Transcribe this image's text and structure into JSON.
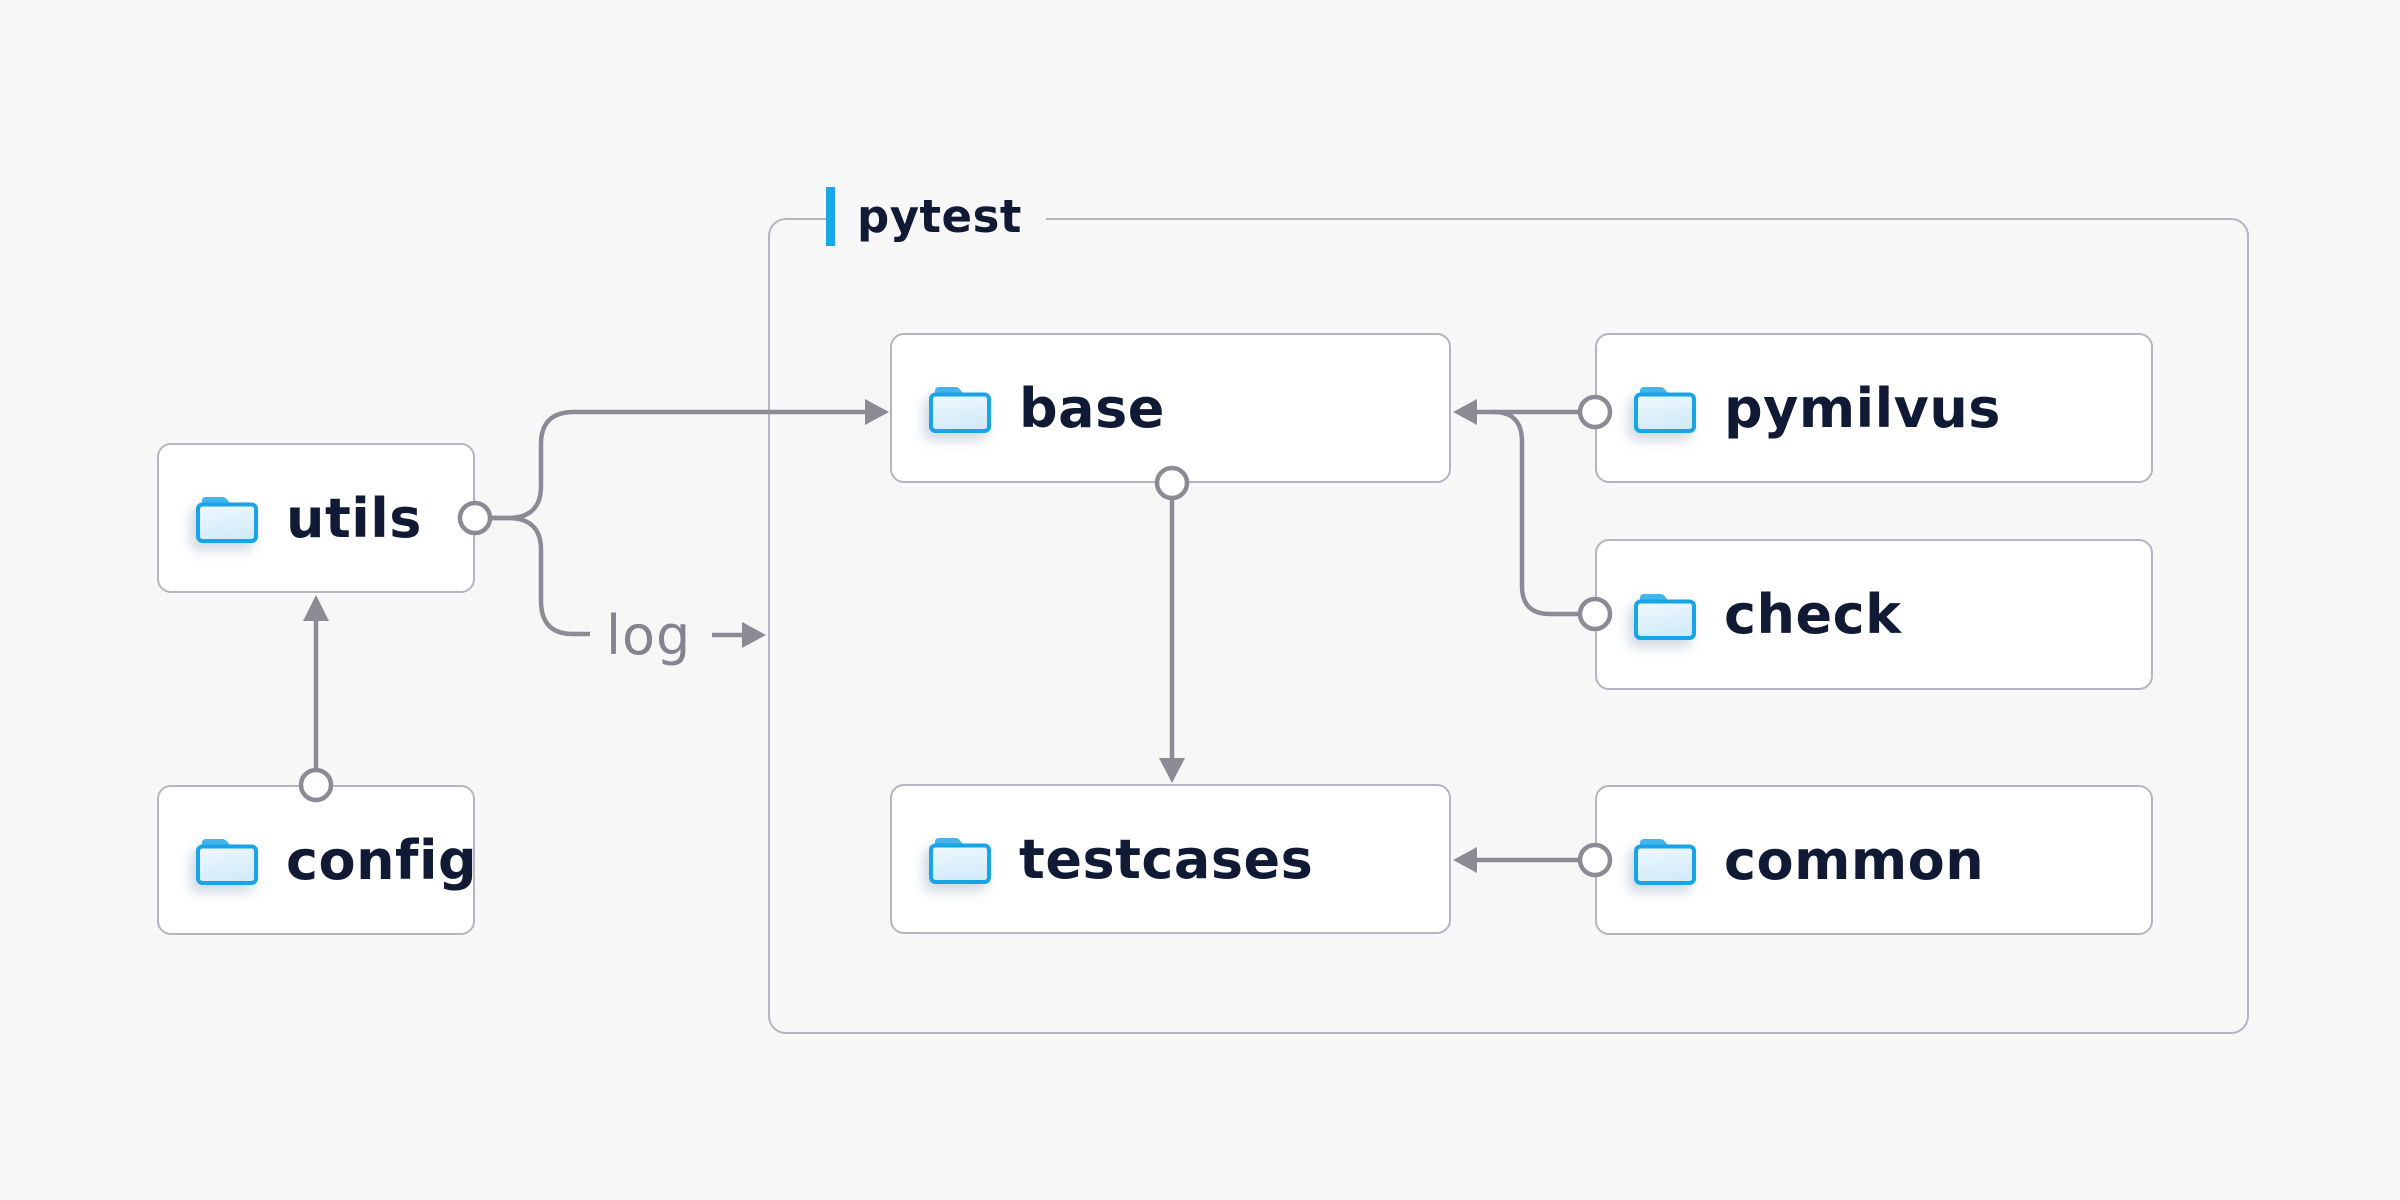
{
  "diagram": {
    "type": "architecture-diagram",
    "group": {
      "title": "pytest"
    },
    "nodes": {
      "utils": {
        "label": "utils",
        "icon": "folder-icon"
      },
      "config": {
        "label": "config",
        "icon": "folder-icon"
      },
      "base": {
        "label": "base",
        "icon": "folder-icon"
      },
      "pymilvus": {
        "label": "pymilvus",
        "icon": "folder-icon"
      },
      "check": {
        "label": "check",
        "icon": "folder-icon"
      },
      "testcases": {
        "label": "testcases",
        "icon": "folder-icon"
      },
      "common": {
        "label": "common",
        "icon": "folder-icon"
      }
    },
    "edges": [
      {
        "from": "config",
        "to": "utils",
        "style": "arrow"
      },
      {
        "from": "utils",
        "to": "base",
        "style": "arrow"
      },
      {
        "from": "utils",
        "to": "pytest-group",
        "style": "arrow",
        "label": "log"
      },
      {
        "from": "base",
        "to": "testcases",
        "style": "arrow"
      },
      {
        "from": "pymilvus",
        "to": "base",
        "style": "arrow"
      },
      {
        "from": "check",
        "to": "base",
        "style": "merge"
      },
      {
        "from": "common",
        "to": "testcases",
        "style": "arrow"
      }
    ],
    "labels": {
      "log": "log"
    },
    "colors": {
      "background": "#f7f7f8",
      "surface": "#ffffff",
      "border": "#b5b5bf",
      "line": "#8a8b95",
      "text": "#101a35",
      "muted": "#83848f",
      "accent": "#18a7e8",
      "folder-stroke": "#17a5e8",
      "folder-tab": "#44b4ec",
      "folder-fill-top": "#f0f8fd",
      "folder-fill-bottom": "#d2ebf9"
    }
  }
}
